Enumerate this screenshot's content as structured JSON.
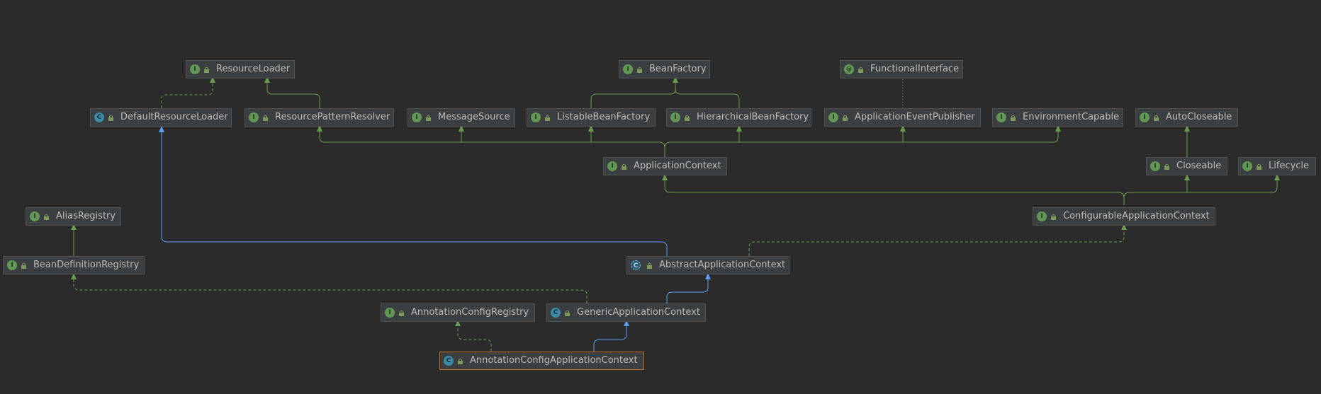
{
  "colors": {
    "background": "#2b2b2b",
    "node_fill": "#3c3f41",
    "node_border": "#515151",
    "text": "#bbbbbb",
    "interface_badge": "#629755",
    "class_badge": "#3d8aa8",
    "extends_edge": "#6a9c4f",
    "implements_class_edge": "#589df6",
    "selected_border": "#c76a1e"
  },
  "nodes": {
    "resource_loader": {
      "label": "ResourceLoader",
      "kind": "interface",
      "badge": "I"
    },
    "bean_factory": {
      "label": "BeanFactory",
      "kind": "interface",
      "badge": "I"
    },
    "functional_interface": {
      "label": "FunctionalInterface",
      "kind": "annotation",
      "badge": "@"
    },
    "default_resource_loader": {
      "label": "DefaultResourceLoader",
      "kind": "class",
      "badge": "C"
    },
    "resource_pattern_resolver": {
      "label": "ResourcePatternResolver",
      "kind": "interface",
      "badge": "I"
    },
    "message_source": {
      "label": "MessageSource",
      "kind": "interface",
      "badge": "I"
    },
    "listable_bean_factory": {
      "label": "ListableBeanFactory",
      "kind": "interface",
      "badge": "I"
    },
    "hierarchical_bean_factory": {
      "label": "HierarchicalBeanFactory",
      "kind": "interface",
      "badge": "I"
    },
    "application_event_publisher": {
      "label": "ApplicationEventPublisher",
      "kind": "interface",
      "badge": "I"
    },
    "environment_capable": {
      "label": "EnvironmentCapable",
      "kind": "interface",
      "badge": "I"
    },
    "auto_closeable": {
      "label": "AutoCloseable",
      "kind": "interface",
      "badge": "I"
    },
    "application_context": {
      "label": "ApplicationContext",
      "kind": "interface",
      "badge": "I"
    },
    "closeable": {
      "label": "Closeable",
      "kind": "interface",
      "badge": "I"
    },
    "lifecycle": {
      "label": "Lifecycle",
      "kind": "interface",
      "badge": "I"
    },
    "alias_registry": {
      "label": "AliasRegistry",
      "kind": "interface",
      "badge": "I"
    },
    "configurable_application_context": {
      "label": "ConfigurableApplicationContext",
      "kind": "interface",
      "badge": "I"
    },
    "bean_definition_registry": {
      "label": "BeanDefinitionRegistry",
      "kind": "interface",
      "badge": "I"
    },
    "abstract_application_context": {
      "label": "AbstractApplicationContext",
      "kind": "abstract-class",
      "badge": "C"
    },
    "annotation_config_registry": {
      "label": "AnnotationConfigRegistry",
      "kind": "interface",
      "badge": "I"
    },
    "generic_application_context": {
      "label": "GenericApplicationContext",
      "kind": "class",
      "badge": "C"
    },
    "annotation_config_application_context": {
      "label": "AnnotationConfigApplicationContext",
      "kind": "class",
      "badge": "C",
      "selected": true
    }
  }
}
